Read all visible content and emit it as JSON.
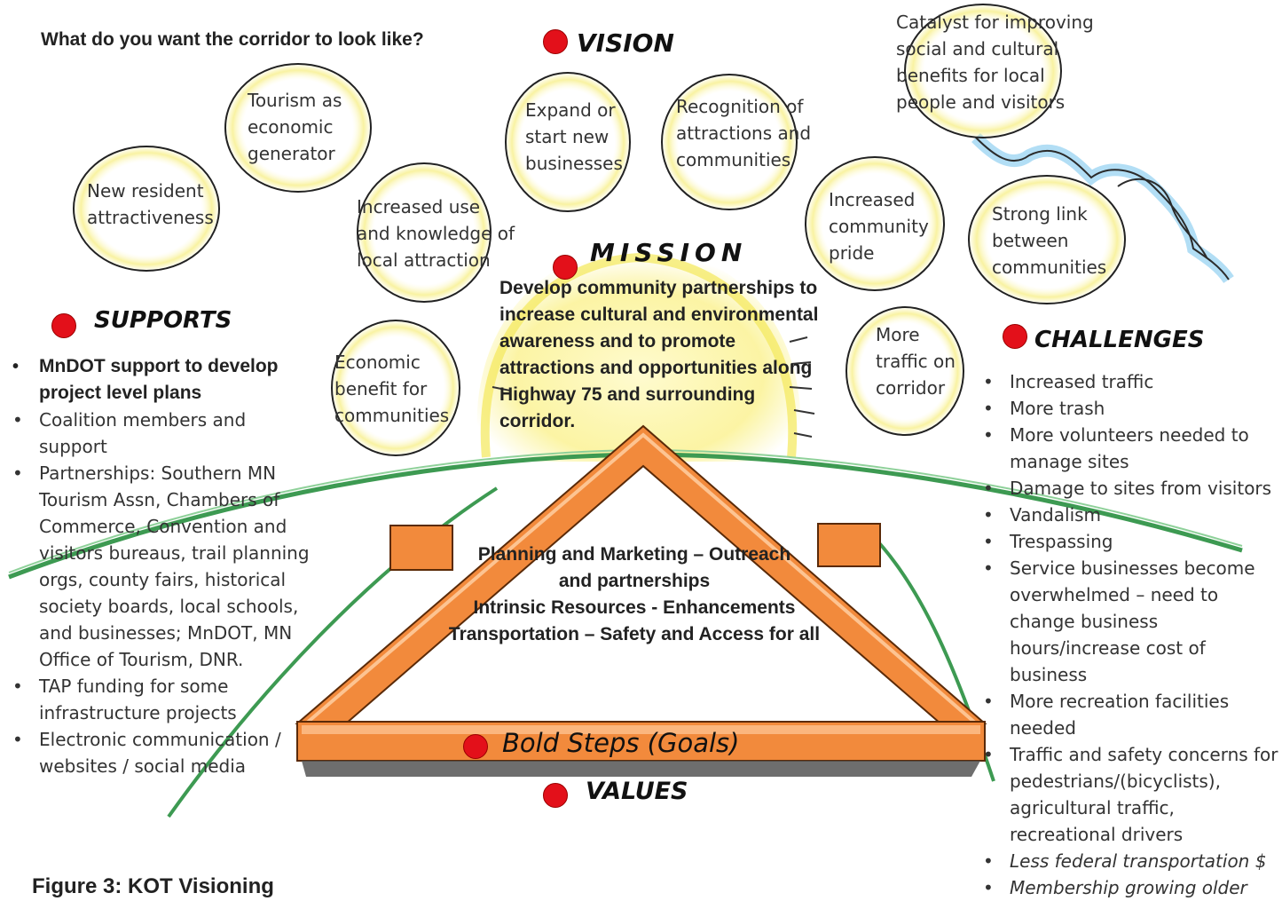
{
  "question": "What do you want the corridor to look like?",
  "headings": {
    "vision": "VISION",
    "mission": "MISSION",
    "supports": "SUPPORTS",
    "challenges": "CHALLENGES",
    "bold_steps": "Bold Steps (Goals)",
    "values": "VALUES"
  },
  "bubbles": [
    "New resident\nattractiveness",
    "Tourism as\neconomic\ngenerator",
    "Increased use\nand knowledge of\nlocal attraction",
    "Expand or\nstart new\nbusinesses",
    "Recognition of\nattractions and\ncommunities",
    "Increased\ncommunity\npride",
    "Catalyst for improving\nsocial and cultural\nbenefits for local\npeople and visitors",
    "Strong link\nbetween\ncommunities",
    "Economic\nbenefit for\ncommunities",
    "More\ntraffic on\ncorridor"
  ],
  "mission_text": "Develop community partnerships to\nincrease cultural and environmental\nawareness and to promote\nattractions and opportunities along\nHighway 75 and surrounding\ncorridor.",
  "road_text": [
    "Planning and Marketing –  Outreach",
    "and partnerships",
    "Intrinsic Resources  - Enhancements",
    "Transportation – Safety and Access for all"
  ],
  "supports": [
    "MnDOT support to develop project level plans",
    "Coalition members and support",
    "Partnerships: Southern MN Tourism Assn, Chambers of Commerce, Convention and visitors bureaus, trail planning orgs, county fairs, historical society boards, local schools, and businesses; MnDOT, MN Office of Tourism, DNR.",
    "TAP funding for some infrastructure projects",
    "Electronic communication / websites / social media"
  ],
  "challenges": [
    "Increased traffic",
    "More trash",
    "More volunteers needed to manage sites",
    "Damage to sites from visitors",
    "Vandalism",
    "Trespassing",
    "Service businesses  become overwhelmed  – need to change business hours/increase  cost of business",
    "More recreation facilities needed",
    "Traffic and safety concerns for pedestrians/(bicyclists), agricultural traffic, recreational drivers",
    "Less federal transportation $",
    "Membership growing older"
  ],
  "caption": "Figure 3: KOT Visioning",
  "colors": {
    "dot": "#e3101a",
    "road": "#f28a3c",
    "glow": "#f7ef7a",
    "hill": "#3d9a52",
    "cloud": "#7fc8ee"
  }
}
